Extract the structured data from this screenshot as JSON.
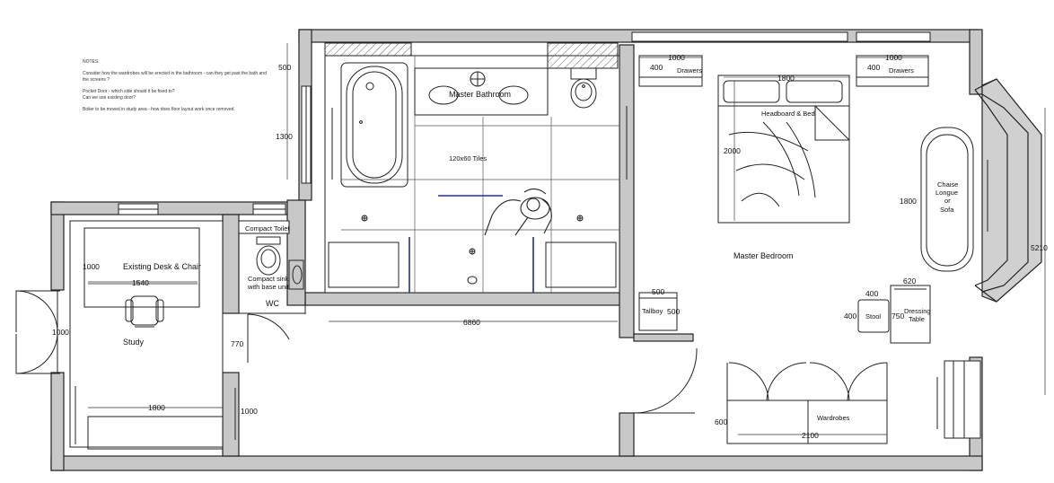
{
  "notes": {
    "heading": "NOTES:",
    "lines": [
      "Consider how the wardrobes will be erected in the bathroom - can they get past the bath and",
      "the screens ?",
      "Pocket Door - which side should it be fixed to?",
      "Can we use existing door?",
      "Boiler to be moved in study area - how does floor layout work once removed."
    ]
  },
  "rooms": {
    "master_bathroom": "Master Bathroom",
    "tiles": "120x60 Tiles",
    "compact_toilet": "Compact Toilet",
    "compact_sink_1": "Compact sink",
    "compact_sink_2": "with base unit",
    "wc": "WC",
    "study": "Study",
    "desk": "Existing Desk & Chair",
    "master_bedroom": "Master Bedroom",
    "headboard": "Headboard & Bed",
    "drawers_left": "Drawers",
    "drawers_right": "Drawers",
    "chaise_1": "Chaise",
    "chaise_2": "Longue",
    "chaise_3": "or",
    "chaise_4": "Sofa",
    "tallboy": "Tallboy",
    "stool": "Stool",
    "dressing_1": "Dressing",
    "dressing_2": "Table",
    "wardrobes": "Wardrobes"
  },
  "dimensions": {
    "bath_500": "500",
    "bath_1300": "1300",
    "drawers_l_1000": "1000",
    "drawers_l_400": "400",
    "drawers_r_1000": "1000",
    "drawers_r_400": "400",
    "bed_1800": "1800",
    "bed_2000": "2000",
    "chaise_1800": "1800",
    "room_5210": "5210",
    "desk_1000": "1000",
    "desk_1540": "1540",
    "study_door_1000": "1000",
    "study_1800": "1800",
    "wc_770": "770",
    "hall_1000": "1000",
    "hall_6860": "6860",
    "tallboy_500w": "500",
    "tallboy_500h": "500",
    "stool_400w": "400",
    "stool_400h": "400",
    "table_620": "620",
    "table_750": "750",
    "wardrobe_600": "600",
    "wardrobe_2100": "2100"
  }
}
